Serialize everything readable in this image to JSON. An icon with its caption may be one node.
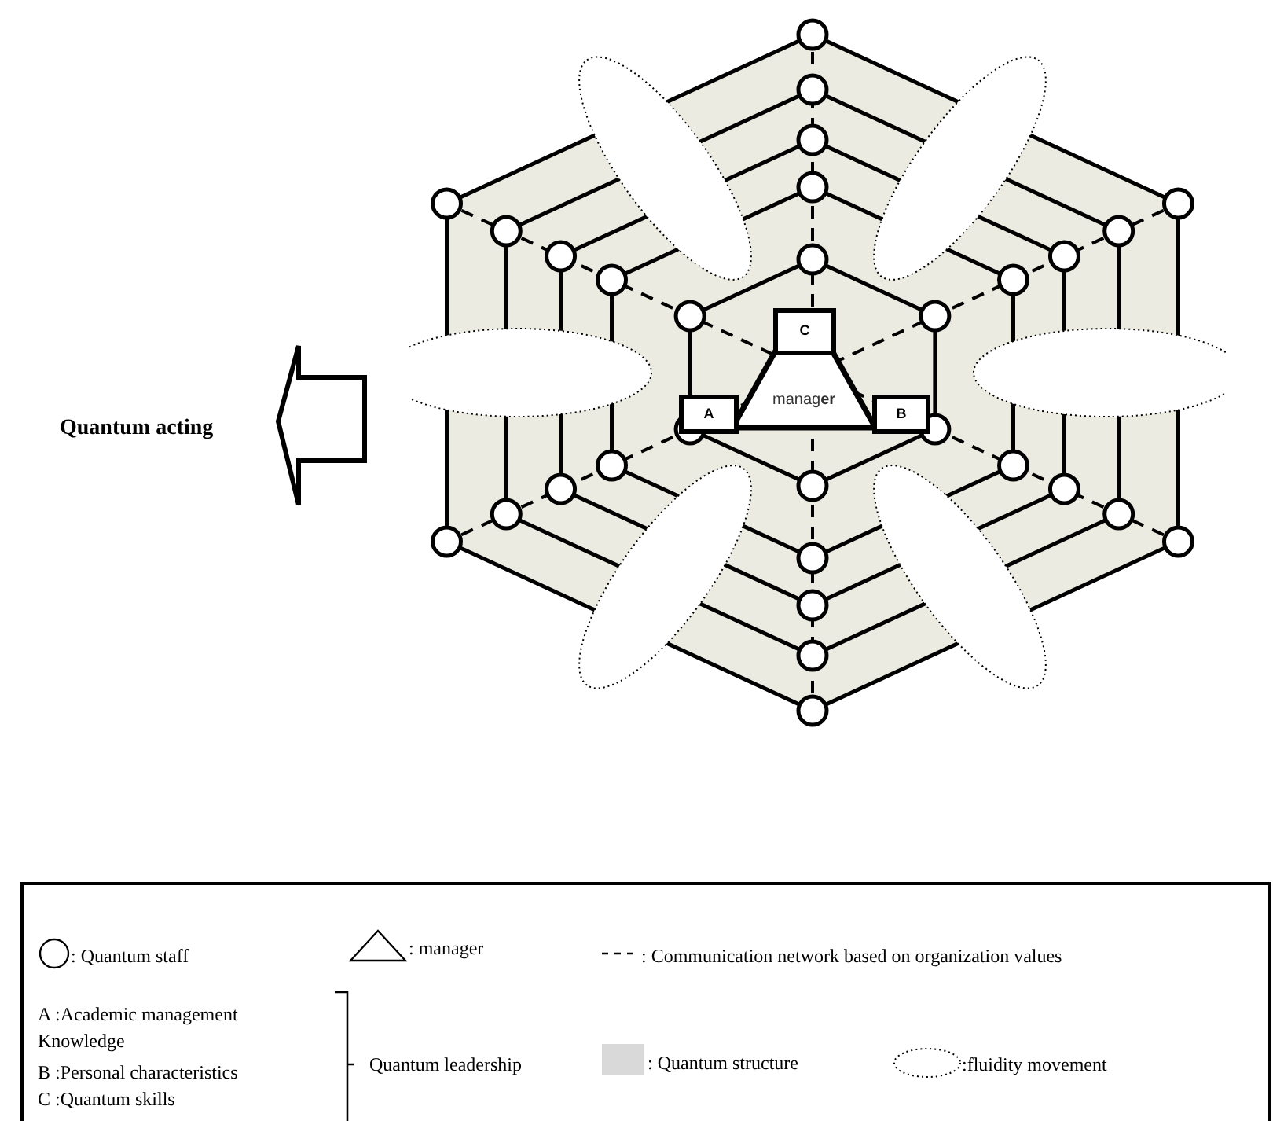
{
  "diagram": {
    "nodes": [
      {
        "text": [
          "C"
        ]
      },
      {
        "text": [
          "A"
        ]
      },
      {
        "text": [
          "manag**er**"
        ]
      },
      {
        "text": [
          "B"
        ]
      }
    ],
    "labels": [
      "Quantum acting",
      "A :Academic management Knowledge",
      "B :Personal characteristics",
      "C :Quantum skills",
      "Quantum leadership"
    ],
    "legend": [
      {
        "text": ": Quantum staff"
      },
      {
        "text": ":  manager"
      },
      {
        "text": ": Communication network based on organization values"
      },
      {
        "text": ": Quantum structure",
        "color": "#d9d9d9"
      },
      {
        "text": ":fluidity movement"
      }
    ]
  }
}
